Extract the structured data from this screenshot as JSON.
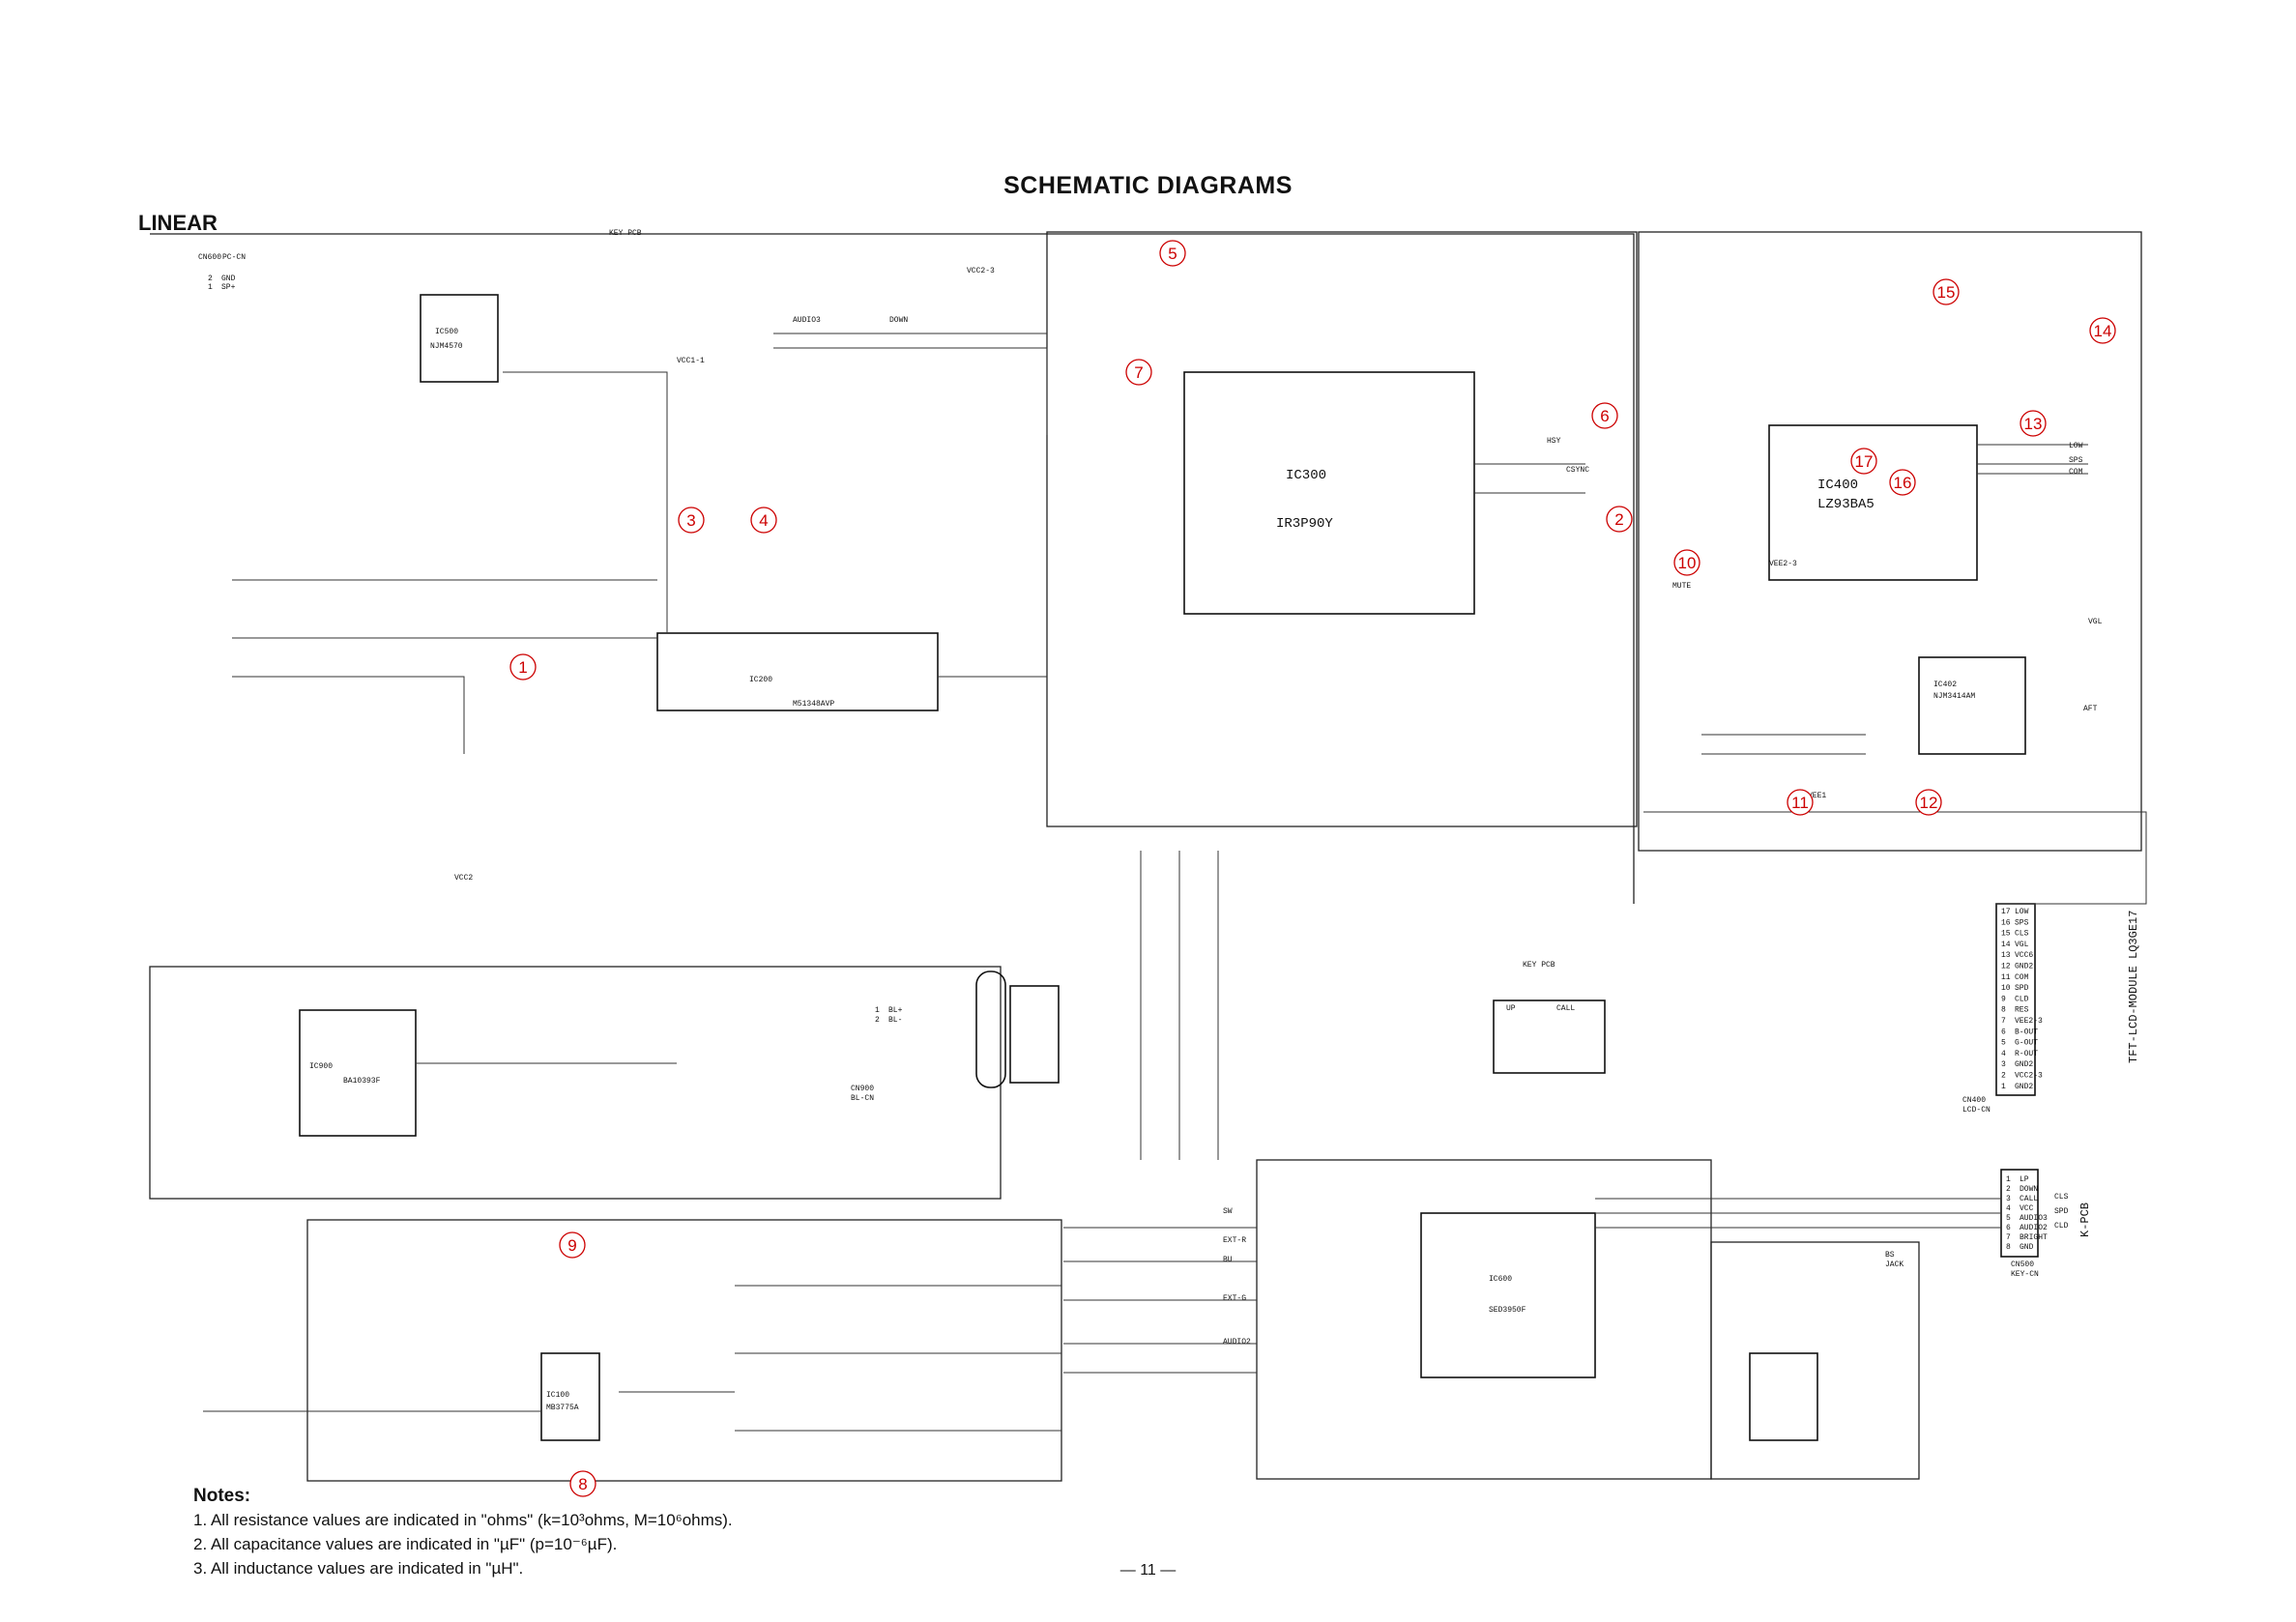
{
  "header": {
    "title": "SCHEMATIC DIAGRAMS",
    "section": "LINEAR"
  },
  "chips": [
    {
      "ref": "IC300",
      "part": "IR3P90Y"
    },
    {
      "ref": "IC400",
      "part": "LZ93BA5"
    },
    {
      "ref": "IC200",
      "part": "M51348AVP"
    },
    {
      "ref": "IC500",
      "part": "NJM4570"
    },
    {
      "ref": "IC900",
      "part": "BA10393F"
    },
    {
      "ref": "IC402",
      "part": "NJM3414AM"
    },
    {
      "ref": "IC600",
      "part": "SED3950F"
    },
    {
      "ref": "IC100",
      "part": "MB3775A"
    }
  ],
  "connectors": [
    {
      "ref": "CN400",
      "name": "LCD-CN",
      "module": "TFT-LCD-MODULE LQ3GE17",
      "pins": [
        "LOW",
        "SPS",
        "CLS",
        "VGL",
        "VCC6",
        "GND2",
        "COM",
        "SPD",
        "CLD",
        "RES",
        "VEE2-3",
        "B-OUT",
        "G-OUT",
        "R-OUT",
        "GND2",
        "VCC2-3",
        "GND2"
      ]
    },
    {
      "ref": "CN500",
      "name": "KEY-CN",
      "module": "K-PCB",
      "pins": [
        "LP",
        "DOWN",
        "CALL",
        "VCC",
        "AUDIO3",
        "AUDIO2",
        "BRIGHT",
        "GND"
      ]
    },
    {
      "ref": "CN600",
      "name": "PC-CN",
      "pins": [
        "GND",
        "SP+"
      ]
    },
    {
      "ref": "CN900",
      "name": "BL-CN",
      "pins": [
        "BL+",
        "BL-"
      ]
    }
  ],
  "net_labels": [
    "VCC2-3",
    "VCC2",
    "VCC1-1",
    "VEE2-3",
    "VEE1",
    "CSYNC",
    "HSY",
    "MUTE",
    "CLS",
    "SPD",
    "CLD",
    "LOW",
    "SPS",
    "COM",
    "VGL",
    "AFT",
    "BS",
    "JACK",
    "SW",
    "EXT-R",
    "BU",
    "EXT-G",
    "AUDIO2",
    "AUDIO3",
    "DOWN",
    "UP",
    "CALL"
  ],
  "callouts": [
    "1",
    "2",
    "3",
    "4",
    "5",
    "6",
    "7",
    "8",
    "9",
    "10",
    "11",
    "12",
    "13",
    "14",
    "15",
    "16",
    "17"
  ],
  "key_pcb_label": "KEY PCB",
  "notes": {
    "heading": "Notes:",
    "items": [
      "1. All resistance values are indicated in \"ohms\" (k=10³ohms, M=10⁶ohms).",
      "2. All capacitance values are indicated in \"µF\" (p=10⁻⁶µF).",
      "3. All inductance values are indicated in \"µH\"."
    ]
  },
  "page_number": "— 11 —"
}
